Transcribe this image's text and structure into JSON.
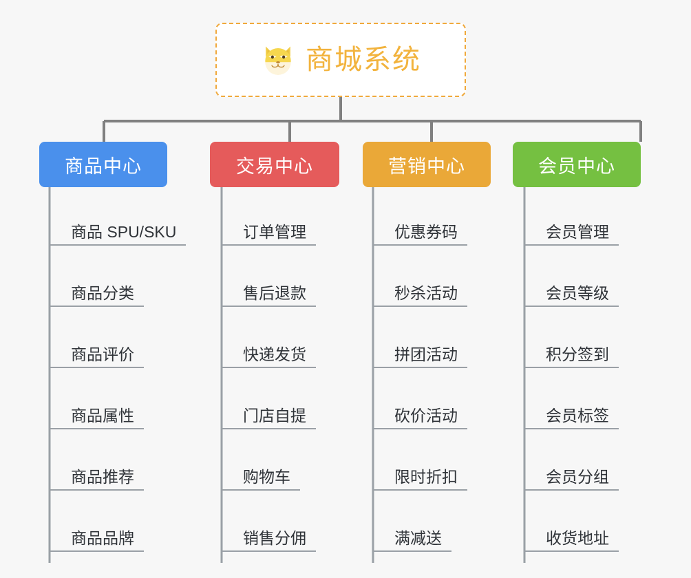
{
  "root": {
    "title": "商城系统",
    "icon": "shiba-dog-icon",
    "border_color": "#f0a93c",
    "text_color": "#f2b33d"
  },
  "canvas": {
    "background": "#f7f7f7",
    "connector_color": "#808080",
    "leaf_line_color": "#9aa0a6",
    "leaf_text_color": "#2f3338"
  },
  "categories": [
    {
      "label": "商品中心",
      "color": "#4a90ec",
      "items": [
        {
          "label": "商品 SPU/SKU"
        },
        {
          "label": "商品分类"
        },
        {
          "label": "商品评价"
        },
        {
          "label": "商品属性"
        },
        {
          "label": "商品推荐"
        },
        {
          "label": "商品品牌"
        }
      ]
    },
    {
      "label": "交易中心",
      "color": "#e55b5b",
      "items": [
        {
          "label": "订单管理"
        },
        {
          "label": "售后退款"
        },
        {
          "label": "快递发货"
        },
        {
          "label": "门店自提"
        },
        {
          "label": "购物车"
        },
        {
          "label": "销售分佣"
        }
      ]
    },
    {
      "label": "营销中心",
      "color": "#eaa838",
      "items": [
        {
          "label": "优惠券码"
        },
        {
          "label": "秒杀活动"
        },
        {
          "label": "拼团活动"
        },
        {
          "label": "砍价活动"
        },
        {
          "label": "限时折扣"
        },
        {
          "label": "满减送"
        }
      ]
    },
    {
      "label": "会员中心",
      "color": "#75c041",
      "items": [
        {
          "label": "会员管理"
        },
        {
          "label": "会员等级"
        },
        {
          "label": "积分签到"
        },
        {
          "label": "会员标签"
        },
        {
          "label": "会员分组"
        },
        {
          "label": "收货地址"
        }
      ]
    }
  ]
}
